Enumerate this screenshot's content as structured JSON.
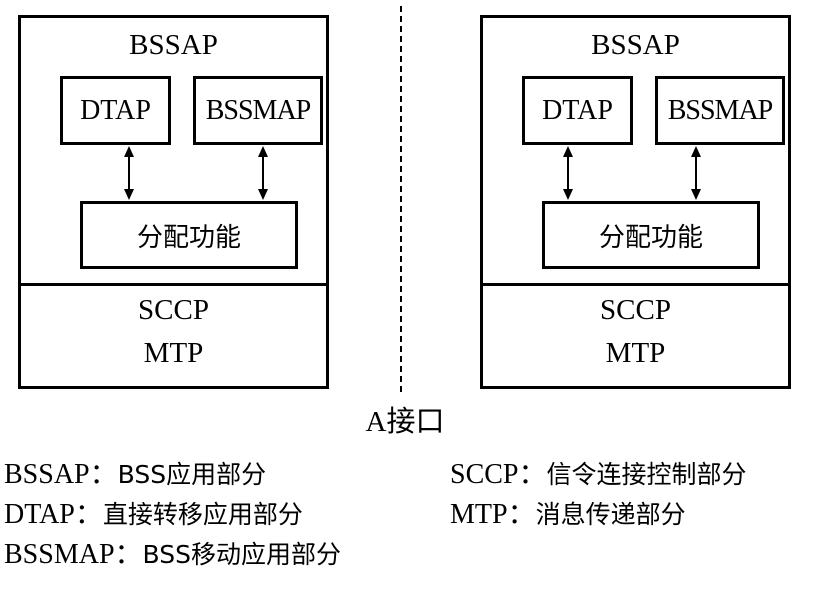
{
  "diagram": {
    "stacks": [
      {
        "id": "left",
        "title": "BSSAP",
        "dtap_label": "DTAP",
        "bssmap_label": "BSSMAP",
        "distribution_label": "分配功能",
        "sccp_label": "SCCP",
        "mtp_label": "MTP"
      },
      {
        "id": "right",
        "title": "BSSAP",
        "dtap_label": "DTAP",
        "bssmap_label": "BSSMAP",
        "distribution_label": "分配功能",
        "sccp_label": "SCCP",
        "mtp_label": "MTP"
      }
    ],
    "interface_label": "A接口"
  },
  "legend": [
    {
      "term": "BSSAP：",
      "definition": "BSS应用部分"
    },
    {
      "term": "DTAP：",
      "definition": "直接转移应用部分"
    },
    {
      "term": "BSSMAP：",
      "definition": "BSS移动应用部分"
    },
    {
      "term": "SCCP：",
      "definition": "信令连接控制部分"
    },
    {
      "term": "MTP：",
      "definition": "消息传递部分"
    }
  ]
}
